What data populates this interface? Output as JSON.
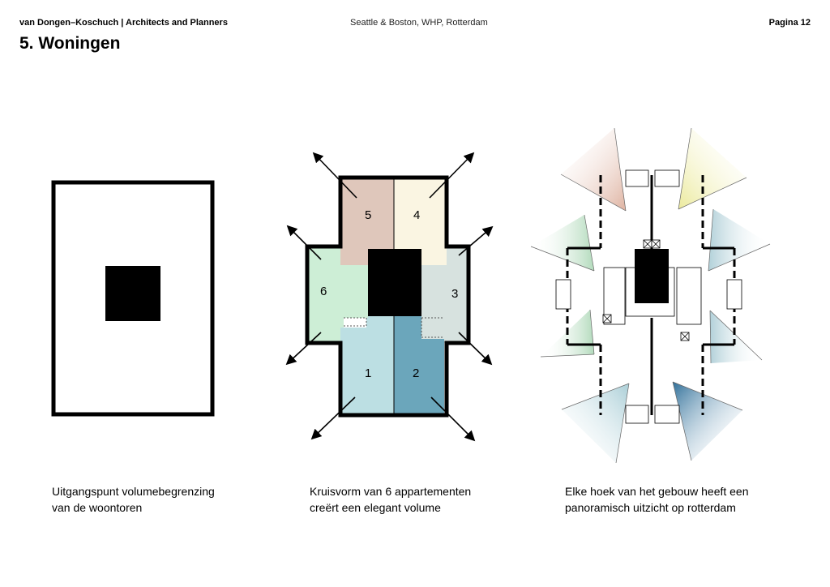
{
  "header": {
    "firm": "van Dongen–Koschuch  |  Architects and Planners",
    "project": "Seattle & Boston, WHP, Rotterdam",
    "page": "Pagina 12"
  },
  "section_title": "5. Woningen",
  "diagram2": {
    "units": [
      {
        "label": "1",
        "color": "#bcdfe3"
      },
      {
        "label": "2",
        "color": "#6ba6bb"
      },
      {
        "label": "3",
        "color": "#d7e2df"
      },
      {
        "label": "4",
        "color": "#faf5e2"
      },
      {
        "label": "5",
        "color": "#dfc7bb"
      },
      {
        "label": "6",
        "color": "#cdeed6"
      }
    ]
  },
  "view_colors": {
    "top_left": "#d8a48f",
    "top_right": "#e8e68a",
    "mid_left": "#a5d4b0",
    "mid_right": "#a4c8d2",
    "bottom_left": "#9cc6d0",
    "bottom_right": "#2f6f99"
  },
  "captions": [
    {
      "line1": "Uitgangspunt volumebegrenzing",
      "line2": "van de  woontoren"
    },
    {
      "line1": "Kruisvorm van 6 appartementen",
      "line2": "creërt een elegant volume"
    },
    {
      "line1": "Elke hoek van het gebouw heeft een",
      "line2": "panoramisch uitzicht op rotterdam"
    }
  ]
}
